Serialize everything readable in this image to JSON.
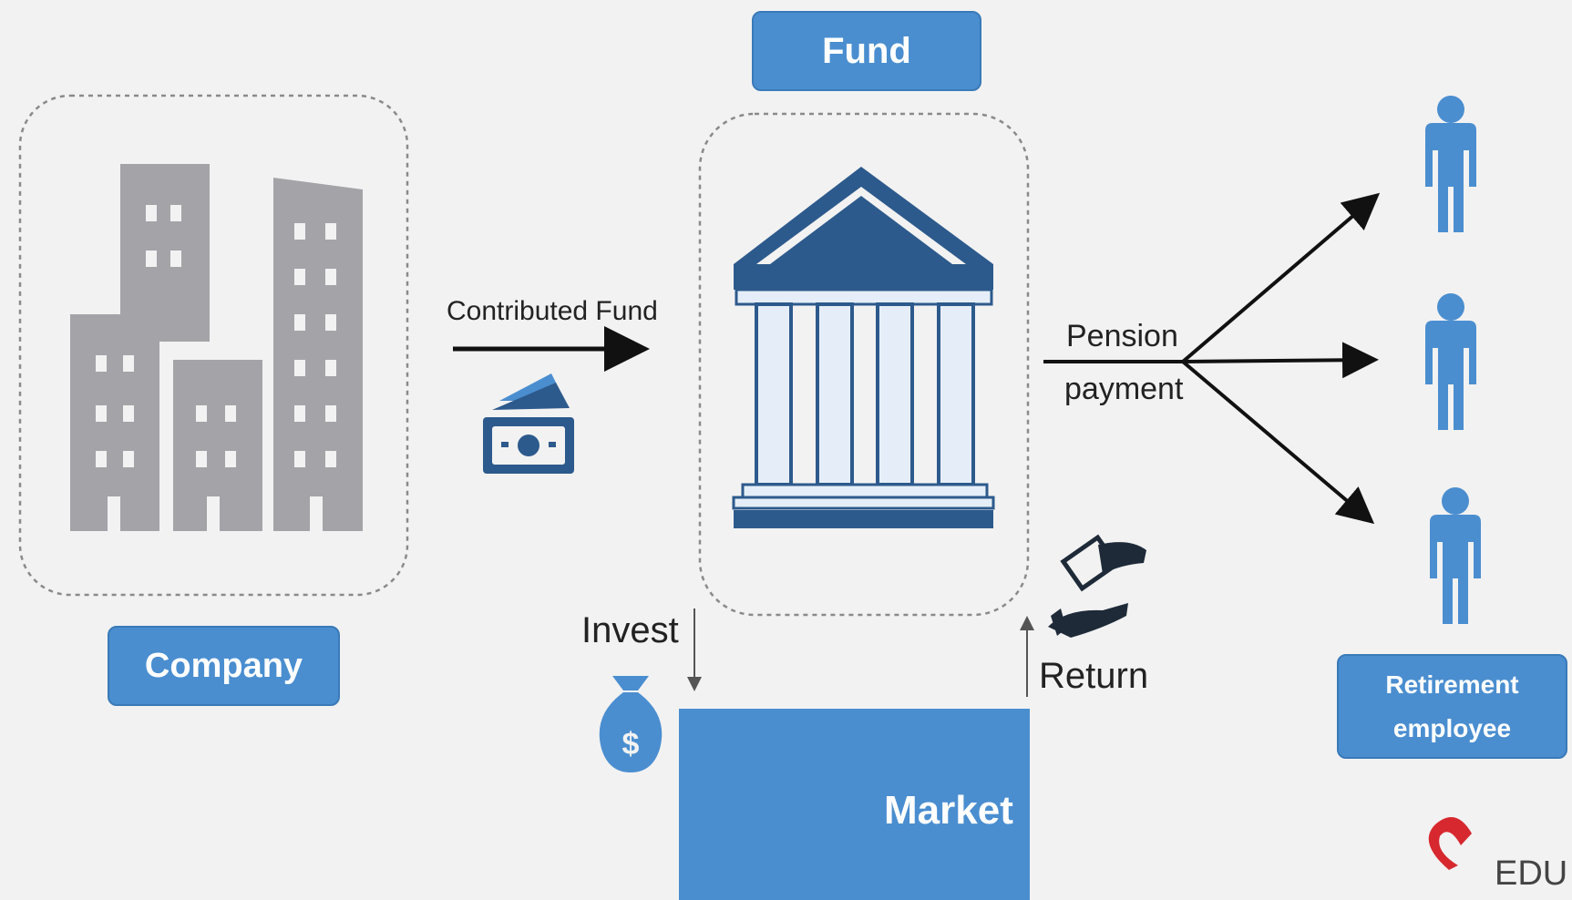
{
  "diagram": {
    "fund_label": "Fund",
    "company_label": "Company",
    "contributed_fund_label": "Contributed Fund",
    "pension_line1": "Pension",
    "pension_line2": "payment",
    "invest_label": "Invest",
    "return_label": "Return",
    "market_label": "Market",
    "retirement_line1": "Retirement",
    "retirement_line2": "employee",
    "logo_text": "EDU"
  },
  "colors": {
    "box_blue": "#4a8ed0",
    "building_gray": "#a3a3a8",
    "navy": "#2d5a8c",
    "person_blue": "#4a8ed0",
    "background": "#f2f2f2"
  }
}
